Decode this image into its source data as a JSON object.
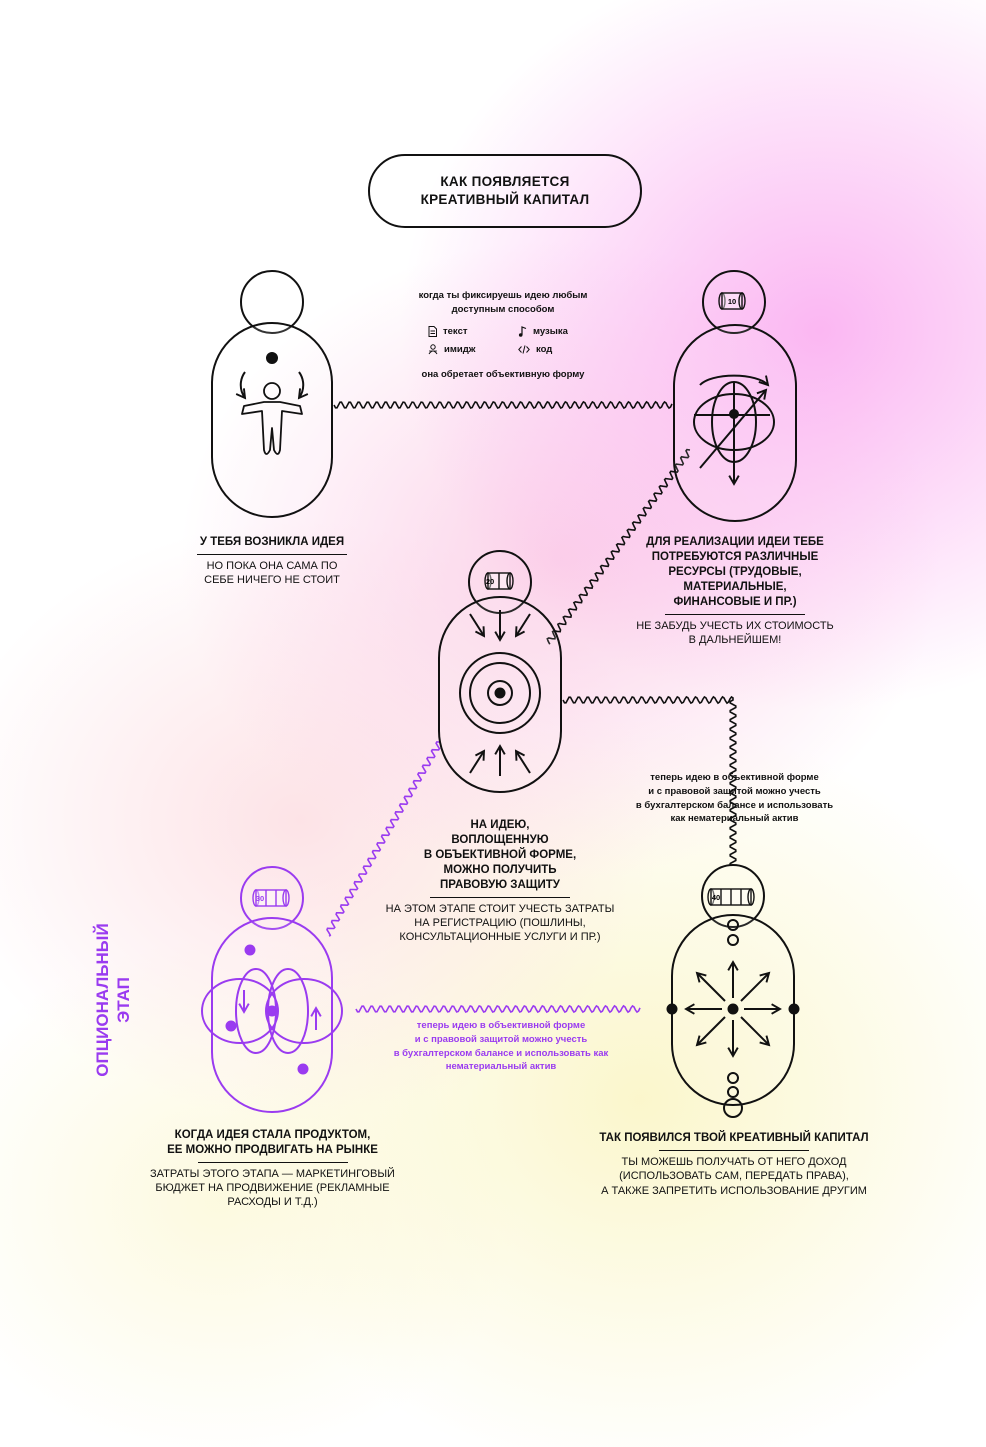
{
  "title": {
    "line1": "КАК ПОЯВЛЯЕТСЯ",
    "line2": "КРЕАТИВНЫЙ КАПИТАЛ"
  },
  "fix": {
    "intro_line1": "когда ты фиксируешь идею любым",
    "intro_line2": "доступным способом",
    "items": [
      {
        "label": "текст",
        "icon": "document-icon"
      },
      {
        "label": "музыка",
        "icon": "music-note-icon"
      },
      {
        "label": "имидж",
        "icon": "image-icon"
      },
      {
        "label": "код",
        "icon": "code-icon"
      }
    ],
    "outro": "она обретает объективную форму"
  },
  "step1": {
    "caption": "У ТЕБЯ ВОЗНИКЛА ИДЕЯ",
    "sub_line1": "НО ПОКА ОНА САМА ПО",
    "sub_line2": "СЕБЕ НИЧЕГО НЕ СТОИТ"
  },
  "step2": {
    "badge": "10",
    "caption_line1": "ДЛЯ РЕАЛИЗАЦИИ ИДЕИ  ТЕБЕ",
    "caption_line2": "ПОТРЕБУЮТСЯ РАЗЛИЧНЫЕ",
    "caption_line3": "РЕСУРСЫ (ТРУДОВЫЕ, МАТЕРИАЛЬНЫЕ,",
    "caption_line4": "ФИНАНСОВЫЕ И ПР.)",
    "sub_line1": "НЕ ЗАБУДЬ УЧЕСТЬ ИХ СТОИМОСТЬ",
    "sub_line2": "В ДАЛЬНЕЙШЕМ!"
  },
  "step3": {
    "badge": "20",
    "caption_line1": "НА ИДЕЮ,",
    "caption_line2": "ВОПЛОЩЕННУЮ",
    "caption_line3": "В ОБЪЕКТИВНОЙ ФОРМЕ,",
    "caption_line4": "МОЖНО ПОЛУЧИТЬ",
    "caption_line5": "ПРАВОВУЮ ЗАЩИТУ",
    "sub_line1": "НА ЭТОМ ЭТАПЕ СТОИТ УЧЕСТЬ ЗАТРАТЫ",
    "sub_line2": "НА РЕГИСТРАЦИЮ (ПОШЛИНЫ,",
    "sub_line3": "КОНСУЛЬТАЦИОННЫЕ УСЛУГИ И ПР.)"
  },
  "note_right": {
    "line1": "теперь идею в объективной форме",
    "line2": "и с правовой защитой можно учесть",
    "line3": "в бухгалтерском балансе и использовать",
    "line4": "как нематериальный актив"
  },
  "step4": {
    "badge": "30",
    "optional_line1": "ОПЦИОНАЛЬНЫЙ",
    "optional_line2": "ЭТАП",
    "caption_line1": "КОГДА ИДЕЯ СТАЛА ПРОДУКТОМ,",
    "caption_line2": "ЕЕ МОЖНО ПРОДВИГАТЬ НА РЫНКЕ",
    "sub_line1": "ЗАТРАТЫ ЭТОГО ЭТАПА — МАРКЕТИНГОВЫЙ",
    "sub_line2": "БЮДЖЕТ НА ПРОДВИЖЕНИЕ (РЕКЛАМНЫЕ",
    "sub_line3": "РАСХОДЫ И Т.Д.)"
  },
  "note_purple": {
    "line1": "теперь идею в объективной форме",
    "line2": "и с правовой защитой можно учесть",
    "line3": "в бухгалтерском балансе и использовать как",
    "line4": "нематериальный актив"
  },
  "step5": {
    "badge": "40",
    "caption": "ТАК ПОЯВИЛСЯ ТВОЙ КРЕАТИВНЫЙ КАПИТАЛ",
    "sub_line1": "ТЫ МОЖЕШЬ ПОЛУЧАТЬ ОТ НЕГО ДОХОД",
    "sub_line2": "(ИСПОЛЬЗОВАТЬ САМ, ПЕРЕДАТЬ ПРАВА),",
    "sub_line3": "А ТАКЖЕ ЗАПРЕТИТЬ ИСПОЛЬЗОВАНИЕ ДРУГИМ"
  },
  "colors": {
    "ink": "#111111",
    "accent": "#9a3bf0"
  }
}
